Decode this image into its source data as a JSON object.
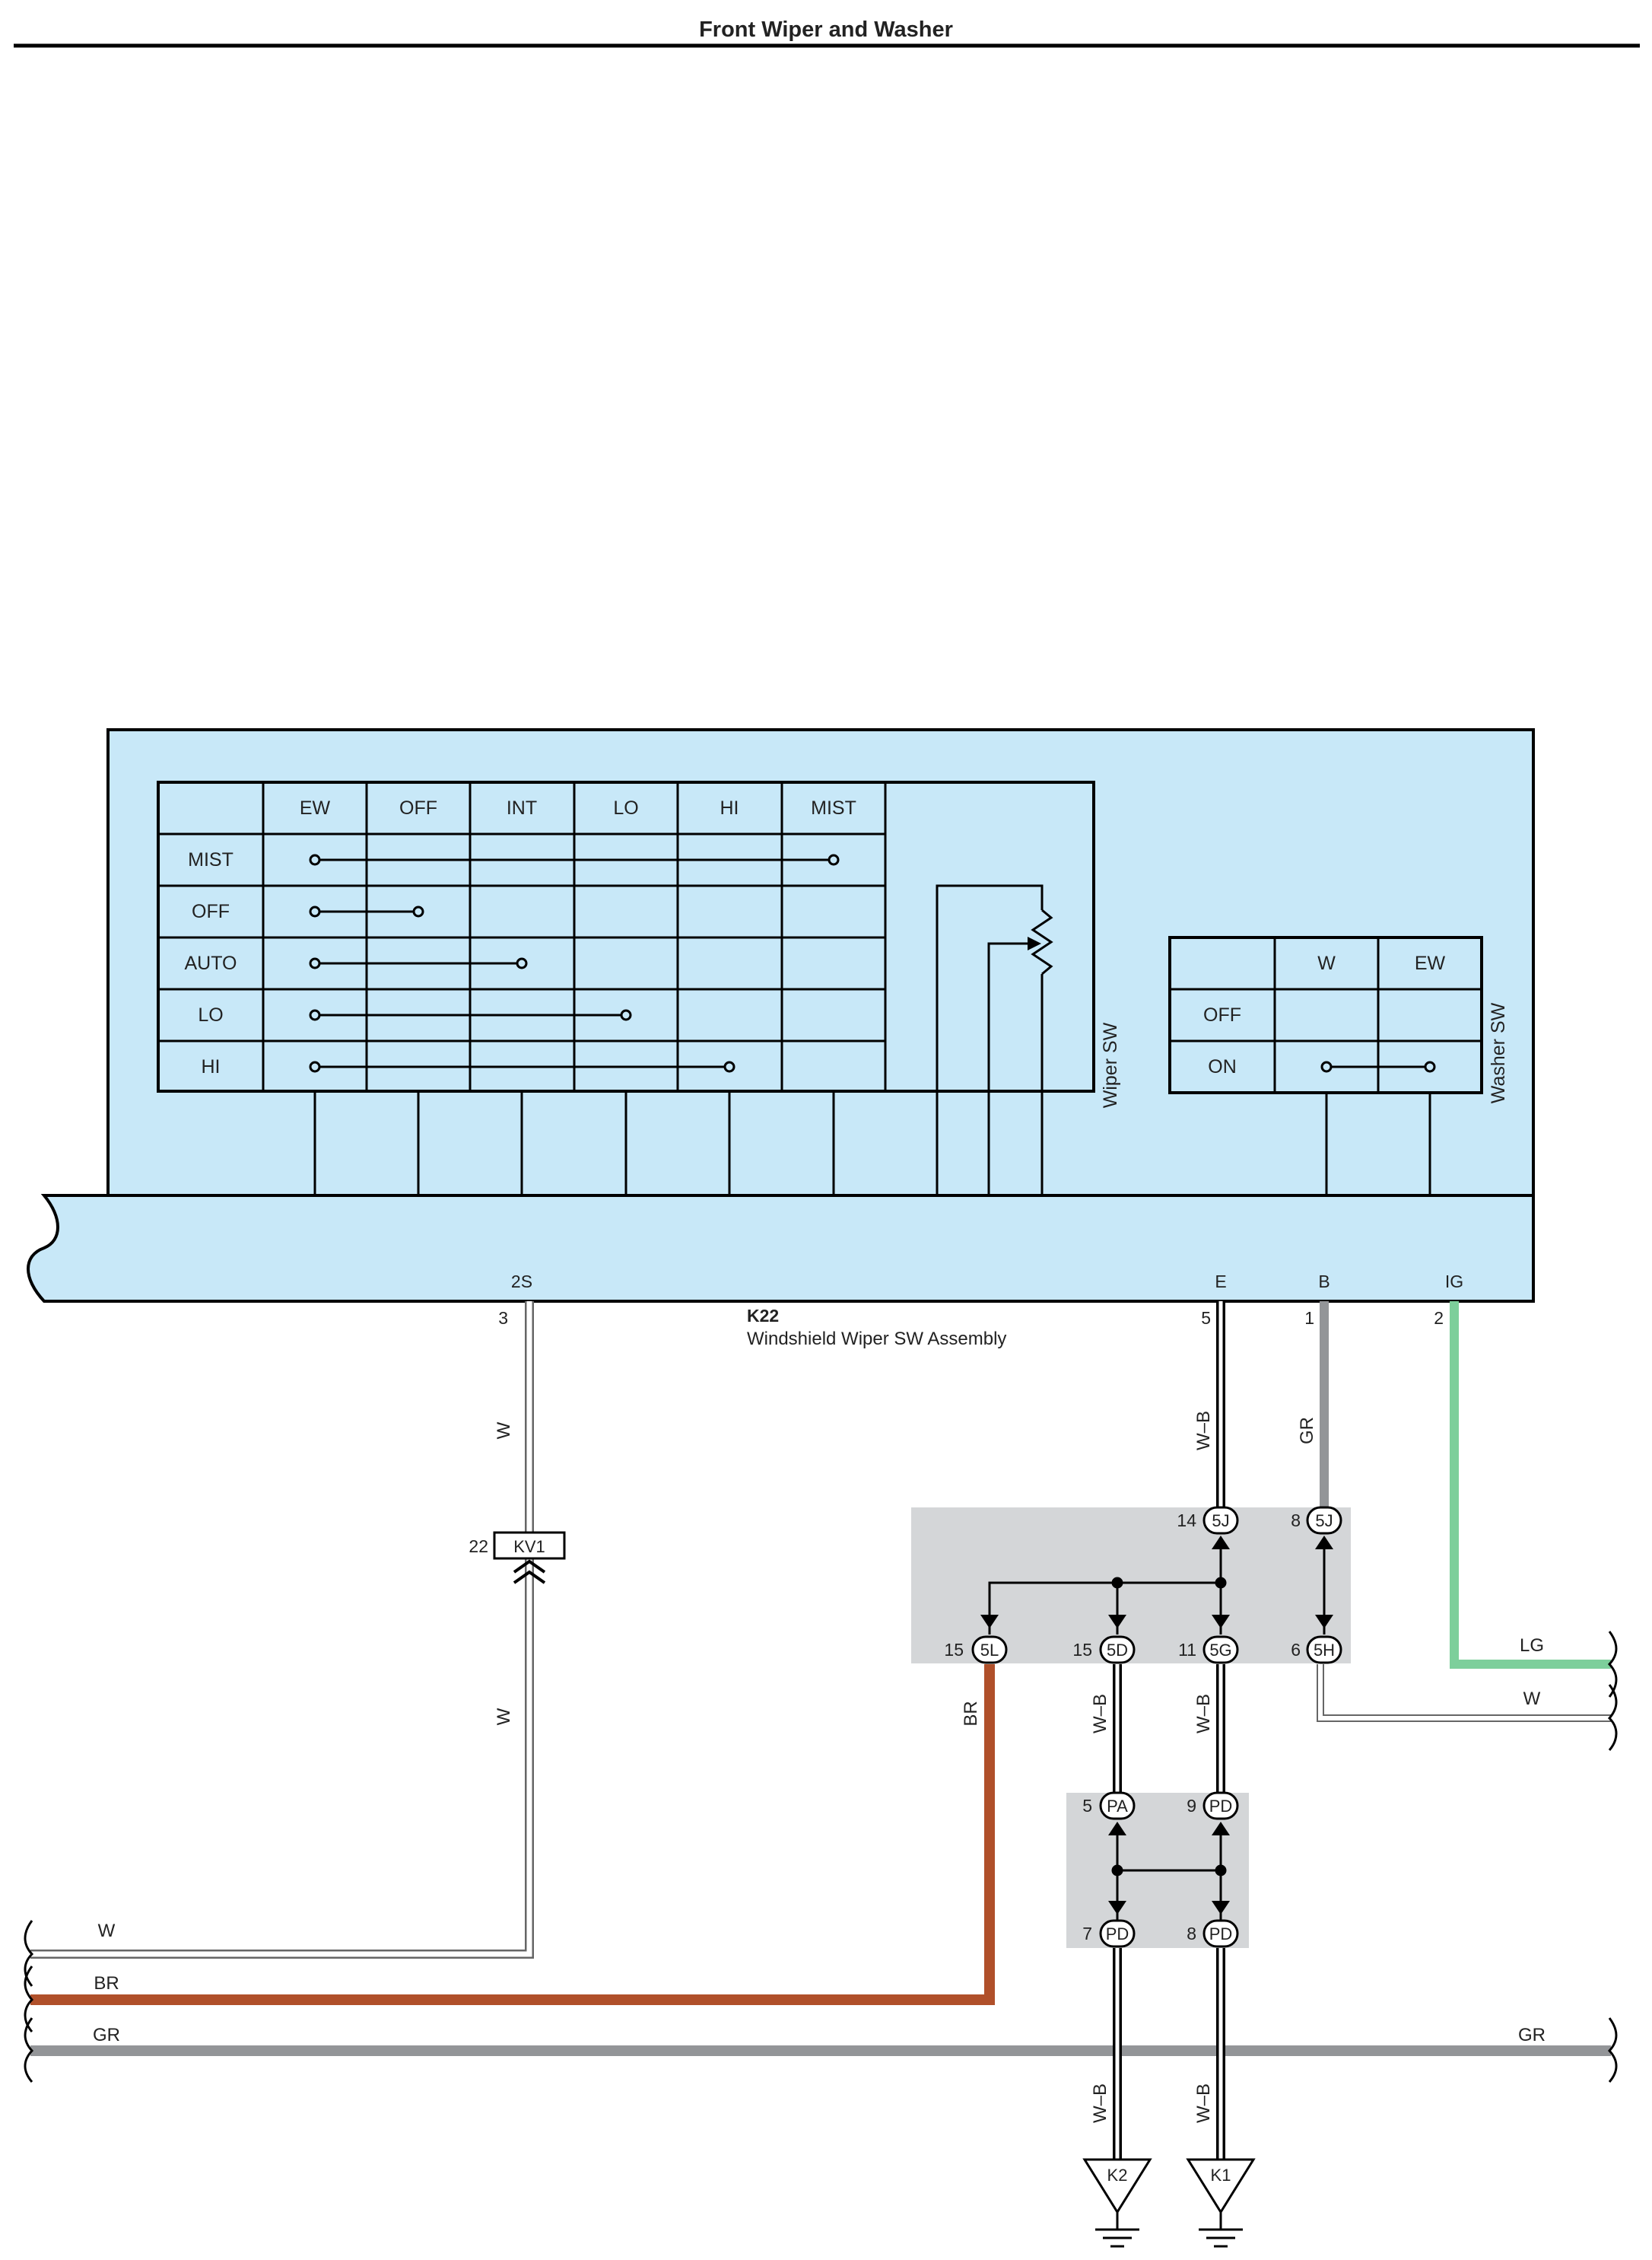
{
  "title": "Front Wiper and Washer",
  "component": {
    "code": "K22",
    "name": "Windshield Wiper SW Assembly"
  },
  "colors": {
    "component_fill": "#c8e8f8",
    "junction_fill": "#d4d6d8",
    "wire_W": "#ffffff",
    "wire_BR": "#b0502a",
    "wire_GR": "#939598",
    "wire_LG": "#7dcf9b",
    "wire_W_B": "#ffffff"
  },
  "wiper_sw": {
    "label": "Wiper SW",
    "columns": [
      "EW",
      "OFF",
      "INT",
      "LO",
      "HI",
      "MIST"
    ],
    "rows": [
      "MIST",
      "OFF",
      "AUTO",
      "LO",
      "HI"
    ],
    "connections": [
      {
        "row": "MIST",
        "from": "EW",
        "to": "MIST"
      },
      {
        "row": "OFF",
        "from": "EW",
        "to": "OFF"
      },
      {
        "row": "AUTO",
        "from": "EW",
        "to": "INT"
      },
      {
        "row": "LO",
        "from": "EW",
        "to": "LO"
      },
      {
        "row": "HI",
        "from": "EW",
        "to": "HI"
      }
    ]
  },
  "washer_sw": {
    "label": "Washer SW",
    "columns": [
      "W",
      "EW"
    ],
    "rows": [
      "OFF",
      "ON"
    ],
    "connections": [
      {
        "row": "ON",
        "from": "W",
        "to": "EW"
      }
    ]
  },
  "terminals": {
    "t_2s": {
      "name": "2S",
      "pin": "3"
    },
    "t_e": {
      "name": "E",
      "pin": "5"
    },
    "t_b": {
      "name": "B",
      "pin": "1"
    },
    "t_ig": {
      "name": "IG",
      "pin": "2"
    }
  },
  "wire_labels": {
    "w1": "W",
    "w2": "W",
    "wb1": "W–B",
    "gr1": "GR",
    "br1": "BR",
    "wb2": "W–B",
    "wb3": "W–B",
    "wb4": "W–B",
    "wb5": "W–B",
    "lg_r": "LG",
    "w_r": "W",
    "w_l": "W",
    "br_l": "BR",
    "gr_l": "GR",
    "gr_r": "GR"
  },
  "connectors": {
    "kv1": {
      "code": "KV1",
      "pin": "22"
    },
    "c14": {
      "code": "5J",
      "pin": "14"
    },
    "c8": {
      "code": "5J",
      "pin": "8"
    },
    "c15a": {
      "code": "5L",
      "pin": "15"
    },
    "c15b": {
      "code": "5D",
      "pin": "15"
    },
    "c11": {
      "code": "5G",
      "pin": "11"
    },
    "c6": {
      "code": "5H",
      "pin": "6"
    },
    "c5": {
      "code": "PA",
      "pin": "5"
    },
    "c9": {
      "code": "PD",
      "pin": "9"
    },
    "c7": {
      "code": "PD",
      "pin": "7"
    },
    "c8b": {
      "code": "PD",
      "pin": "8"
    }
  },
  "grounds": {
    "g_k2": "K2",
    "g_k1": "K1"
  }
}
